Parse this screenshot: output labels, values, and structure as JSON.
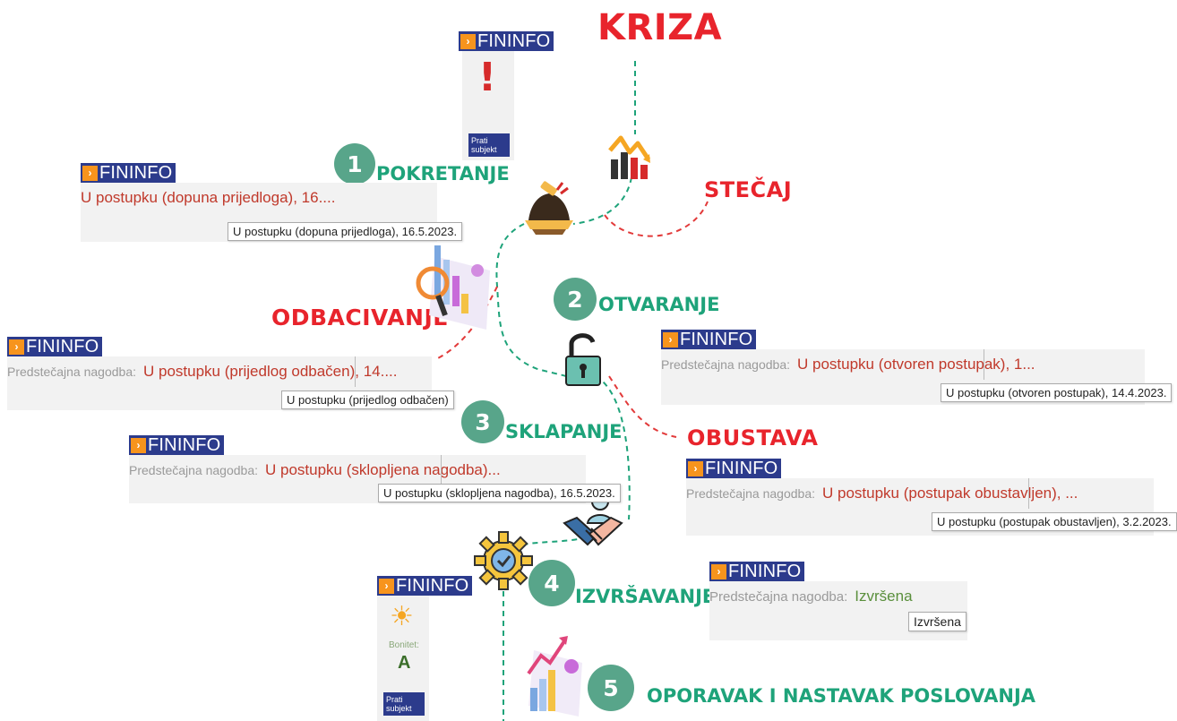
{
  "titles": {
    "kriza": "KRIZA",
    "stecaj": "STEČAJ",
    "odbacivanje": "ODBACIVANJE",
    "obustava": "OBUSTAVA"
  },
  "steps": [
    {
      "number": "1",
      "label": "POKRETANJE"
    },
    {
      "number": "2",
      "label": "OTVARANJE"
    },
    {
      "number": "3",
      "label": "SKLAPANJE"
    },
    {
      "number": "4",
      "label": "IZVRŠAVANJE"
    },
    {
      "number": "5",
      "label": "OPORAVAK I NASTAVAK POSLOVANJA"
    }
  ],
  "brand": "FININFO",
  "cards": {
    "pokretanje": {
      "main": "U postupku (dopuna prijedloga), 16....",
      "tooltip": "U postupku (dopuna prijedloga), 16.5.2023."
    },
    "odbacivanje": {
      "label": "Predstečajna nagodba:",
      "main": "U postupku (prijedlog odbačen), 14....",
      "tooltip": "U postupku (prijedlog odbačen)"
    },
    "otvaranje": {
      "label": "Predstečajna nagodba:",
      "main": "U postupku (otvoren postupak), 1...",
      "tooltip": "U postupku (otvoren postupak), 14.4.2023."
    },
    "sklapanje": {
      "label": "Predstečajna nagodba:",
      "main": "U postupku (sklopljena nagodba)...",
      "tooltip": "U postupku (sklopljena nagodba), 16.5.2023."
    },
    "obustava": {
      "label": "Predstečajna nagodba:",
      "main": "U postupku (postupak obustavljen), ...",
      "tooltip": "U postupku (postupak obustavljen), 3.2.2023."
    },
    "izvrsavanje": {
      "label": "Predstečajna nagodba:",
      "main": "Izvršena",
      "tooltip": "Izvršena"
    }
  },
  "mini_top": {
    "mark": "!",
    "follow": "Prati subjekt"
  },
  "mini_bottom": {
    "bonitet_label": "Bonitet:",
    "bonitet_value": "A",
    "follow": "Prati subjekt"
  },
  "colors": {
    "red": "#e8242c",
    "green": "#1ea37a",
    "circle": "#58a58a",
    "brand_blue": "#2c3b8c",
    "brand_orange": "#f7941d",
    "status_red": "#c0392b",
    "status_green": "#5a8f3c"
  },
  "icons": [
    "crisis-chart-icon",
    "bell-icon",
    "analytics-magnifier-icon",
    "padlock-icon",
    "handshake-icon",
    "gear-check-icon",
    "growth-chart-icon",
    "sun-icon"
  ]
}
